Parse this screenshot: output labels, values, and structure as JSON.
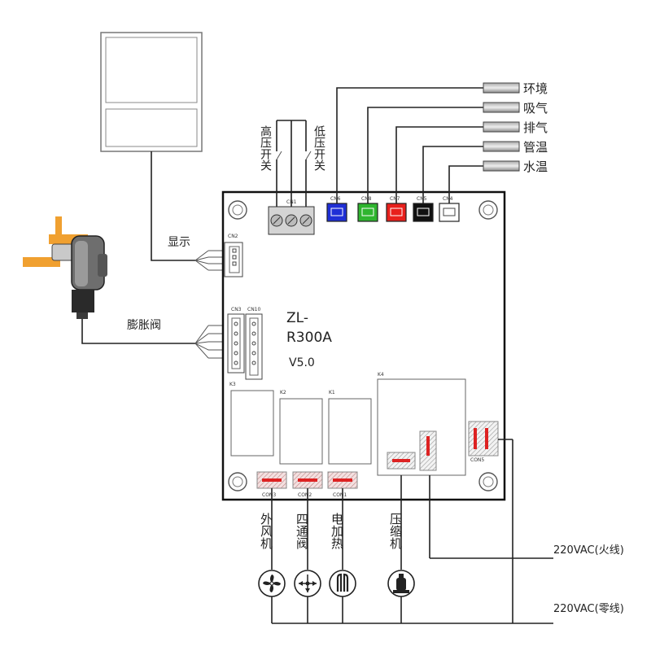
{
  "board": {
    "model_line1": "ZL-",
    "model_line2": "R300A",
    "version": "V5.0"
  },
  "sensors": [
    {
      "label": "环境",
      "connector": "CN6",
      "color": "#1f2fd6"
    },
    {
      "label": "吸气",
      "connector": "CN8",
      "color": "#2fb52f"
    },
    {
      "label": "排气",
      "connector": "CN7",
      "color": "#e8201c"
    },
    {
      "label": "管温",
      "connector": "CN5",
      "color": "#111111"
    },
    {
      "label": "水温",
      "connector": "CN4",
      "color": "#ffffff"
    }
  ],
  "switches": {
    "connector": "CN1",
    "high_pressure": "高压开关",
    "low_pressure": "低压开关"
  },
  "display": {
    "label": "显示",
    "connector": "CN2"
  },
  "expansion_valve": {
    "label": "膨胀阀",
    "connector_a": "CN3",
    "connector_b": "CN10"
  },
  "relays": {
    "k1": "K1",
    "k2": "K2",
    "k3": "K3",
    "k4": "K4"
  },
  "outputs": [
    {
      "label": "外风机",
      "connector": "CON3",
      "icon": "fan-icon"
    },
    {
      "label": "四通阀",
      "connector": "CON2",
      "icon": "four-way-valve-icon"
    },
    {
      "label": "电加热",
      "connector": "CON1",
      "icon": "heater-icon"
    },
    {
      "label": "压缩机",
      "connector": "",
      "icon": "compressor-icon"
    }
  ],
  "power": {
    "connector": "CON5",
    "live": "220VAC(火线)",
    "neutral": "220VAC(零线)"
  }
}
